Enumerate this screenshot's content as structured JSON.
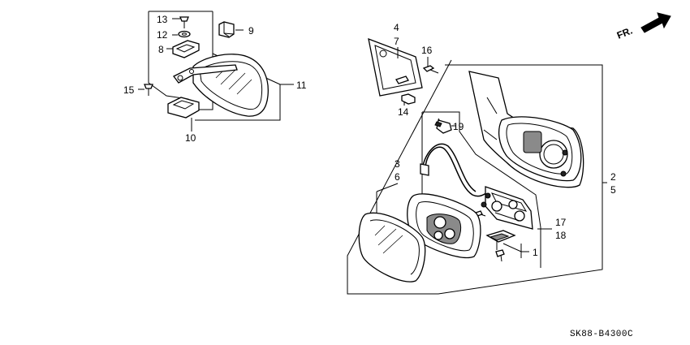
{
  "diagram": {
    "catalog_code": "SK88-B4300C",
    "direction_label": "FR.",
    "callouts": {
      "c1": "1",
      "c2": "2",
      "c3": "3",
      "c4": "4",
      "c5": "5",
      "c6": "6",
      "c7": "7",
      "c8": "8",
      "c9": "9",
      "c10": "10",
      "c11": "11",
      "c12": "12",
      "c13": "13",
      "c14": "14",
      "c15": "15",
      "c16": "16",
      "c17": "17",
      "c18": "18",
      "c19": "19"
    }
  }
}
